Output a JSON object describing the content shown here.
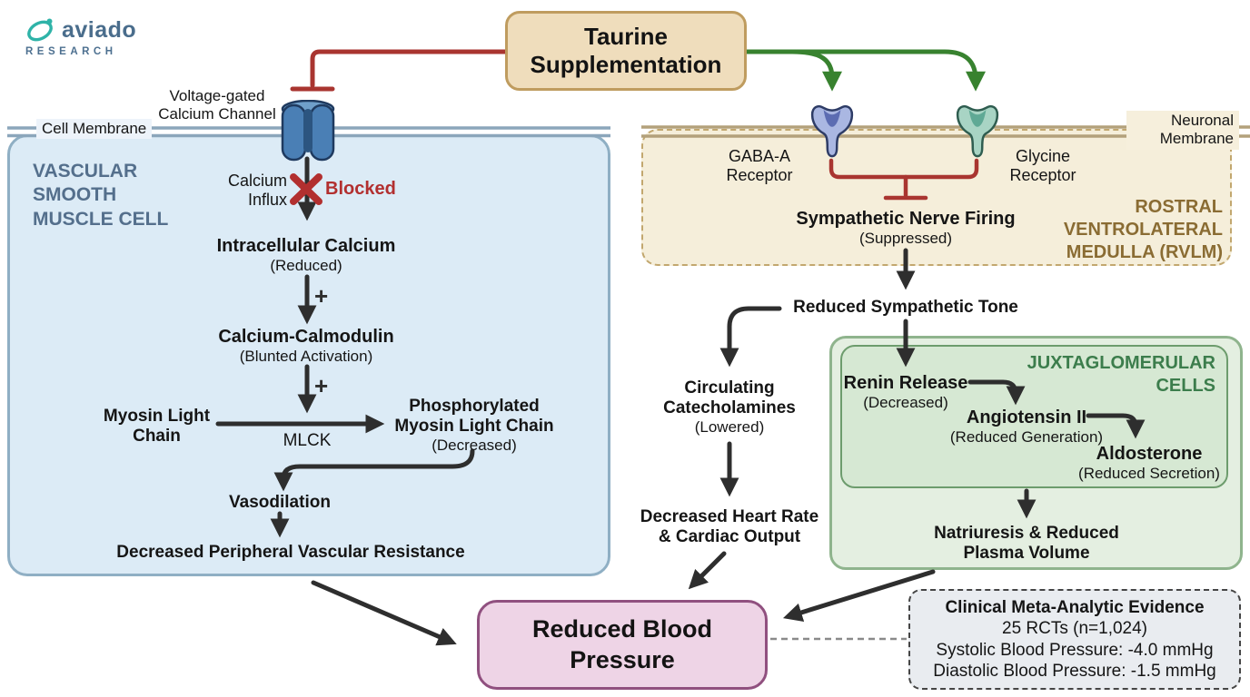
{
  "logo": {
    "brand": "aviado",
    "sub": "RESEARCH"
  },
  "header": {
    "taurine": "Taurine Supplementation"
  },
  "vsmc": {
    "title": "VASCULAR SMOOTH MUSCLE CELL",
    "membrane_label": "Cell Membrane",
    "channel_label": "Voltage-gated Calcium Channel",
    "calcium_influx": "Calcium Influx",
    "blocked": "Blocked",
    "plus": "+",
    "intracellular_calcium": {
      "label": "Intracellular Calcium",
      "qualifier": "(Reduced)"
    },
    "calcium_calmodulin": {
      "label": "Calcium-Calmodulin",
      "qualifier": "(Blunted Activation)"
    },
    "myosin_light_chain": "Myosin Light Chain",
    "mlck": "MLCK",
    "phosphorylated_mlc": {
      "label": "Phosphorylated Myosin Light Chain",
      "qualifier": "(Decreased)"
    },
    "vasodilation": "Vasodilation",
    "decreased_pvr": "Decreased Peripheral Vascular Resistance"
  },
  "rvlm": {
    "title": "ROSTRAL VENTROLATERAL MEDULLA (RVLM)",
    "membrane_label": "Neuronal Membrane",
    "gaba_receptor": "GABA-A Receptor",
    "glycine_receptor": "Glycine Receptor",
    "sympathetic_nerve_firing": {
      "label": "Sympathetic Nerve Firing",
      "qualifier": "(Suppressed)"
    }
  },
  "downstream": {
    "reduced_sympathetic_tone": "Reduced Sympathetic Tone",
    "circulating_catecholamines": {
      "label": "Circulating Catecholamines",
      "qualifier": "(Lowered)"
    },
    "decreased_heart": "Decreased Heart Rate & Cardiac Output"
  },
  "juxtaglomerular": {
    "title": "JUXTAGLOMERULAR CELLS",
    "renin": {
      "label": "Renin Release",
      "qualifier": "(Decreased)"
    },
    "angiotensin": {
      "label": "Angiotensin II",
      "qualifier": "(Reduced Generation)"
    },
    "aldosterone": {
      "label": "Aldosterone",
      "qualifier": "(Reduced Secretion)"
    },
    "natriuresis": "Natriuresis & Reduced Plasma Volume"
  },
  "outcome": {
    "label": "Reduced Blood Pressure"
  },
  "evidence": {
    "title": "Clinical Meta-Analytic Evidence",
    "rcts": "25 RCTs (n=1,024)",
    "systolic": "Systolic Blood Pressure: -4.0 mmHg",
    "diastolic": "Diastolic Blood Pressure: -1.5 mmHg"
  },
  "colors": {
    "inhibition_red": "#a93530",
    "blocked_red": "#b22f2f",
    "stimulation_green": "#38822f",
    "arrow_black": "#2e2e2e",
    "cell_fill": "#dcebf6",
    "cell_border": "#8fafc4",
    "cell_title": "#546f8c",
    "rvlm_fill": "#f5eeda",
    "rvlm_title": "#8a6c33",
    "taurine_fill": "#efddbc",
    "jg_fill": "#d6e8d3",
    "jg_title": "#3c7d4c",
    "outcome_fill": "#eed4e6",
    "outcome_border": "#90507f",
    "evidence_fill": "#e9ecf0",
    "logo_teal": "#2fb3a8",
    "logo_slate": "#4a6d8c"
  }
}
